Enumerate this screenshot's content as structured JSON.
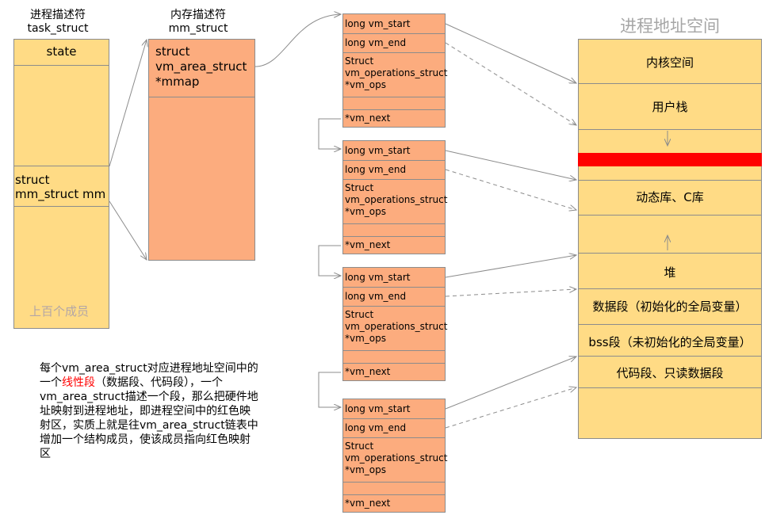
{
  "task": {
    "title_cn": "进程描述符",
    "title_en": "task_struct",
    "state": "state",
    "mm_line1": "struct",
    "mm_line2": "mm_struct  mm",
    "members": "上百个成员"
  },
  "mm": {
    "title_cn": "内存描述符",
    "title_en": "mm_struct",
    "line1": "struct",
    "line2": "vm_area_struct",
    "line3": " *mmap"
  },
  "vm_fields": {
    "start": "long vm_start",
    "end": "long vm_end",
    "ops1": "Struct",
    "ops2": "vm_operations_struct",
    "ops3": " *vm_ops",
    "next": "*vm_next"
  },
  "space": {
    "title": "进程地址空间",
    "kernel": "内核空间",
    "user_stack": "用户栈",
    "dynamic": "动态库、C库",
    "heap": "堆",
    "data": "数据段（初始化的全局变量）",
    "bss": "bss段（未初始化的全局变量）",
    "code": "代码段、只读数据段"
  },
  "note": {
    "l1": "每个vm_area_struct对应进程地址空间中的",
    "l2a": "一个",
    "l2b": "线性段",
    "l2c": "（数据段、代码段），一个",
    "l3": "vm_area_struct描述一个段，那么把硬件地",
    "l4": "址映射到进程地址，即进程空间中的红色映",
    "l5": "射区，实质上就是往vm_area_struct链表中",
    "l6": "增加一个结构成员，使该成员指向红色映射",
    "l7": "区"
  },
  "colors": {
    "yellow": "#ffdb85",
    "orange": "#fcac7e",
    "red_region": "#ff0000",
    "highlight_text": "#ff0000",
    "muted_text": "#b3a6a6",
    "title_gray": "#a6a6a6"
  }
}
